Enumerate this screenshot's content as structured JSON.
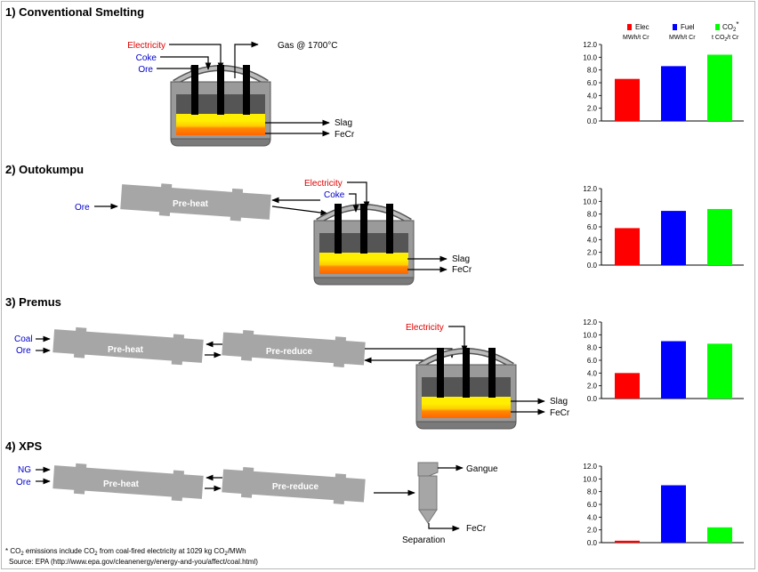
{
  "sections": [
    {
      "title": "1)  Conventional Smelting"
    },
    {
      "title": "2)  Outokumpu"
    },
    {
      "title": "3)  Premus"
    },
    {
      "title": "4)  XPS"
    }
  ],
  "labels": {
    "electricity": "Electricity",
    "coke": "Coke",
    "ore": "Ore",
    "coal": "Coal",
    "ng": "NG",
    "gas": "Gas @ 1700°C",
    "slag": "Slag",
    "fecr": "FeCr",
    "gangue": "Gangue",
    "separation": "Separation",
    "preheat": "Pre-heat",
    "prereduce": "Pre-reduce"
  },
  "legend": [
    {
      "name": "Elec",
      "unit": "MWh/t Cr",
      "color": "#ff0000"
    },
    {
      "name": "Fuel",
      "unit": "MWh/t Cr",
      "color": "#0000ff"
    },
    {
      "name": "CO2*",
      "name_main": "CO",
      "name_sub": "2",
      "name_sup": "*",
      "unit": "t CO2/t Cr",
      "unit_a": "t CO",
      "unit_b": "2",
      "unit_c": "/t Cr",
      "color": "#00ff00"
    }
  ],
  "chart_data": [
    {
      "type": "bar",
      "title": "",
      "ylim": [
        0,
        12
      ],
      "yticks": [
        "0.0",
        "2.0",
        "4.0",
        "6.0",
        "8.0",
        "10.0",
        "12.0"
      ],
      "categories": [
        "Elec",
        "Fuel",
        "CO2"
      ],
      "values": [
        6.6,
        8.6,
        10.4
      ],
      "colors": [
        "#ff0000",
        "#0000ff",
        "#00ff00"
      ]
    },
    {
      "type": "bar",
      "title": "",
      "ylim": [
        0,
        12
      ],
      "yticks": [
        "0.0",
        "2.0",
        "4.0",
        "6.0",
        "8.0",
        "10.0",
        "12.0"
      ],
      "categories": [
        "Elec",
        "Fuel",
        "CO2"
      ],
      "values": [
        5.8,
        8.5,
        8.8
      ],
      "colors": [
        "#ff0000",
        "#0000ff",
        "#00ff00"
      ]
    },
    {
      "type": "bar",
      "title": "",
      "ylim": [
        0,
        12
      ],
      "yticks": [
        "0.0",
        "2.0",
        "4.0",
        "6.0",
        "8.0",
        "10.0",
        "12.0"
      ],
      "categories": [
        "Elec",
        "Fuel",
        "CO2"
      ],
      "values": [
        4.0,
        9.0,
        8.6
      ],
      "colors": [
        "#ff0000",
        "#0000ff",
        "#00ff00"
      ]
    },
    {
      "type": "bar",
      "title": "",
      "ylim": [
        0,
        12
      ],
      "yticks": [
        "0.0",
        "2.0",
        "4.0",
        "6.0",
        "8.0",
        "10.0",
        "12.0"
      ],
      "categories": [
        "Elec",
        "Fuel",
        "CO2"
      ],
      "values": [
        0.3,
        9.0,
        2.4
      ],
      "colors": [
        "#ff0000",
        "#0000ff",
        "#00ff00"
      ]
    }
  ],
  "footnote": {
    "star": "*",
    "a": " CO",
    "b": "2",
    "c": " emissions include CO",
    "d": "2",
    "e": " from coal-fired electricity at 1029 kg CO",
    "f": "2",
    "g": "/MWh",
    "source": "Source: EPA (http://www.epa.gov/cleanenergy/energy-and-you/affect/coal.html)"
  }
}
